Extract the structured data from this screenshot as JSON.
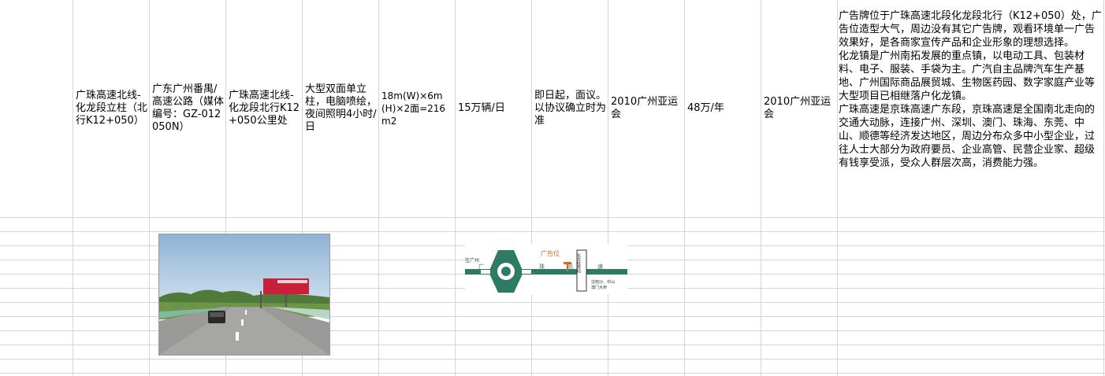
{
  "row": {
    "location": "广珠高速北线-化龙段立柱（北行K12+050）",
    "road": "广东广州番禺/高速公路（媒体编号：GZ-012050N）",
    "position": "广珠高速北线-化龙段北行K12+050公里处",
    "form": "大型双面单立柱，电脑喷绘，夜间照明4小时/日",
    "size": "18m(W)×6m(H)×2面=216m2",
    "traffic": "15万辆/日",
    "availability": "即日起，面议。以协议确立时为准",
    "event": "2010广州亚运会",
    "price": "48万/年",
    "remark": "2010广州亚运会",
    "description": "广告牌位于广珠高速北段化龙段北行（K12+050）处，广告位造型大气，周边没有其它广告牌，观看环境单一广告效果好，是各商家宣传产品和企业形象的理想选择。\n化龙镇是广州南拓发展的重点镇，以电动工具、包装材料、电子、服装、手袋为主。广汽自主品牌汽车生产基地、广州国际商品展贸城、生物医药园、数字家庭产业等大型项目已相继落户化龙镇。\n广珠高速是京珠高速广东段，京珠高速是全国南北走向的交通大动脉，连接广州、深圳、澳门、珠海、东莞、中山、顺德等经济发达地区，周边分布众多中小型企业，过往人士大部分为政府要员、企业高管、民营企业家、超级有钱享受派，受众人群层次高，消费能力强。"
  },
  "map": {
    "to_guangzhou": "往广州",
    "ad_spot": "广告位",
    "road_chars": [
      "广",
      "珠",
      "高",
      "速"
    ],
    "station": "化龙收费站",
    "to_south": "往南沙、中山",
    "to_south2": "澳门大桥"
  },
  "colors": {
    "grid": "#d4d4d4",
    "map_green": "#2e7a62",
    "ad_orange": "#e0661a"
  }
}
